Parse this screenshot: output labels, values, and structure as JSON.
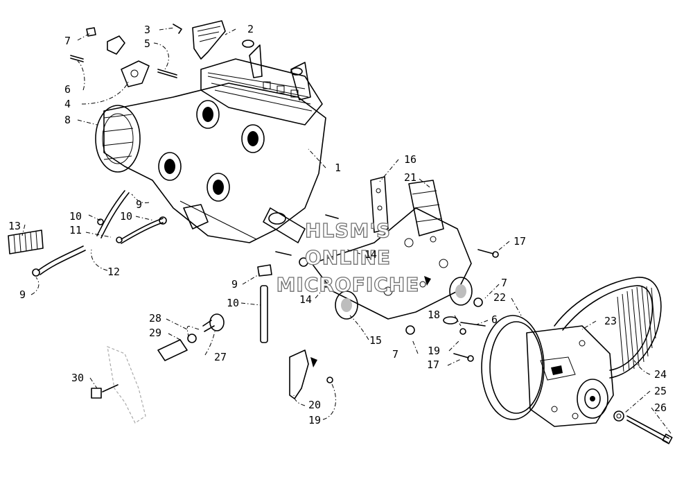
{
  "watermark": [
    "HLSM'S",
    "ONLINE",
    "MICROFICHE"
  ],
  "callouts": [
    "1",
    "2",
    "3",
    "4",
    "5",
    "6",
    "7",
    "8",
    "9",
    "10",
    "11",
    "12",
    "13",
    "14",
    "15",
    "16",
    "17",
    "18",
    "19",
    "20",
    "21",
    "22",
    "23",
    "24",
    "25",
    "26",
    "27",
    "28",
    "29",
    "30"
  ],
  "repeated_callouts": {
    "c7b": "7",
    "c7c": "7",
    "c6b": "6",
    "c9b": "9",
    "c9c": "9",
    "c10b": "10",
    "c10c": "10",
    "c14b": "14",
    "c17b": "17",
    "c19b": "19"
  }
}
